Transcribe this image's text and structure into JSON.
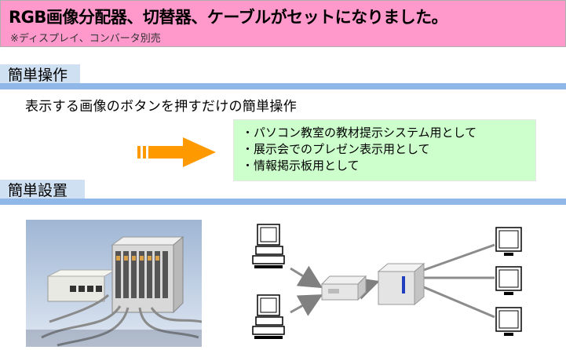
{
  "banner": {
    "title": "RGB画像分配器、切替器、ケーブルがセットになりました。",
    "subtitle": "※ディスプレイ、コンバータ別売"
  },
  "sections": {
    "operation": "簡単操作",
    "setup": "簡単設置"
  },
  "description": "表示する画像のボタンを押すだけの簡単操作",
  "usage_items": [
    "・パソコン教室の教材提示システム用として",
    "・展示会でのプレゼン表示用として",
    "・情報掲示板用として"
  ],
  "colors": {
    "banner": "#ff99cc",
    "section_tab": "#cfe0f2",
    "section_line": "#8fb8e8",
    "usage_box": "#ccffcc",
    "arrow": "#ff9900"
  },
  "icons": {
    "arrow": "arrow-right-icon",
    "pc": "desktop-computer-icon",
    "distributor": "distributor-box-icon",
    "switcher": "switcher-unit-icon",
    "display": "display-monitor-icon"
  }
}
